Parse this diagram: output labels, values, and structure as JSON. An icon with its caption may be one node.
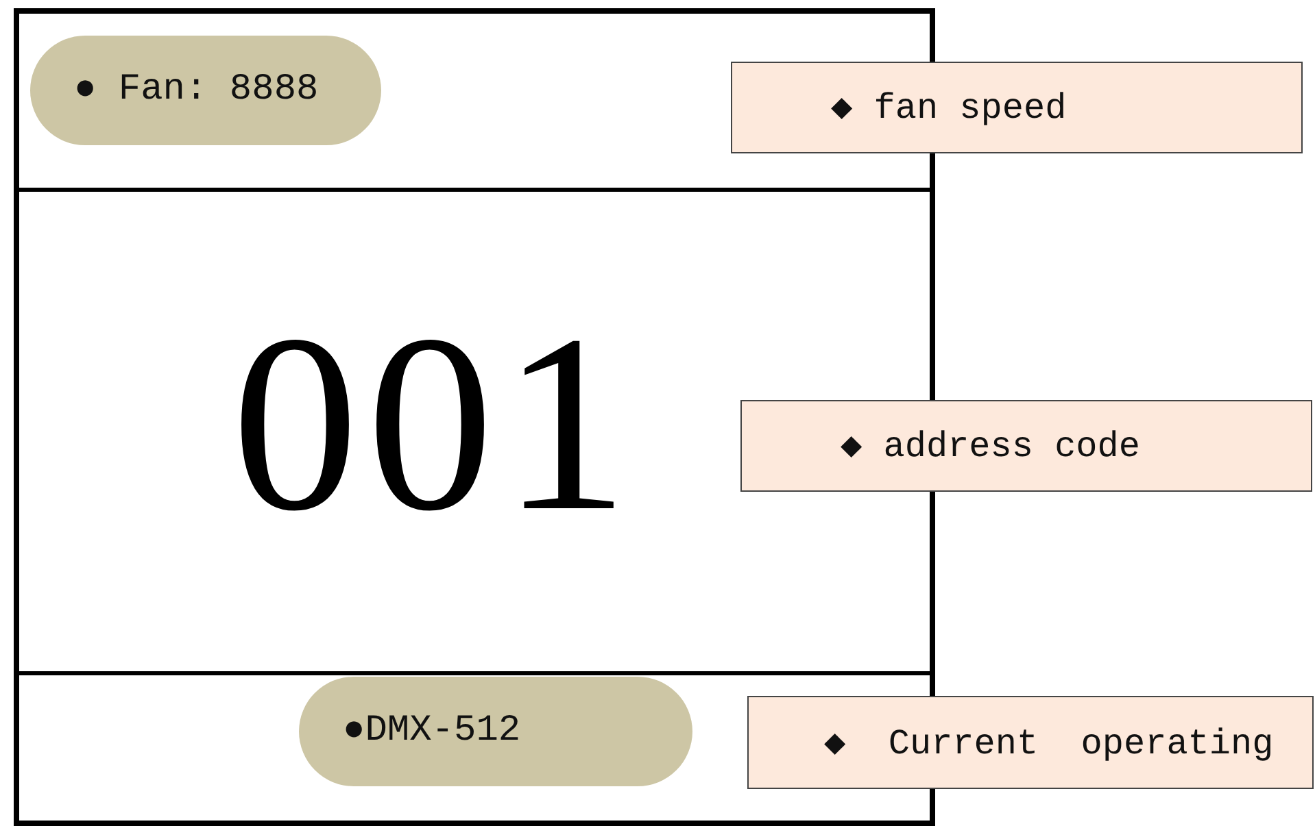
{
  "diagram": {
    "nodes": [
      {
        "text": [],
        "shape": "box"
      },
      {
        "text": [
          "● Fan: 8888"
        ],
        "in": 0
      },
      {
        "text": [
          "●DMX-512"
        ],
        "in": 0
      },
      {
        "text": [
          "◆ fan speed"
        ]
      },
      {
        "text": [
          "◆ address code"
        ]
      },
      {
        "text": [
          "◆  Current  operating"
        ]
      }
    ],
    "labels": [
      "001"
    ]
  }
}
